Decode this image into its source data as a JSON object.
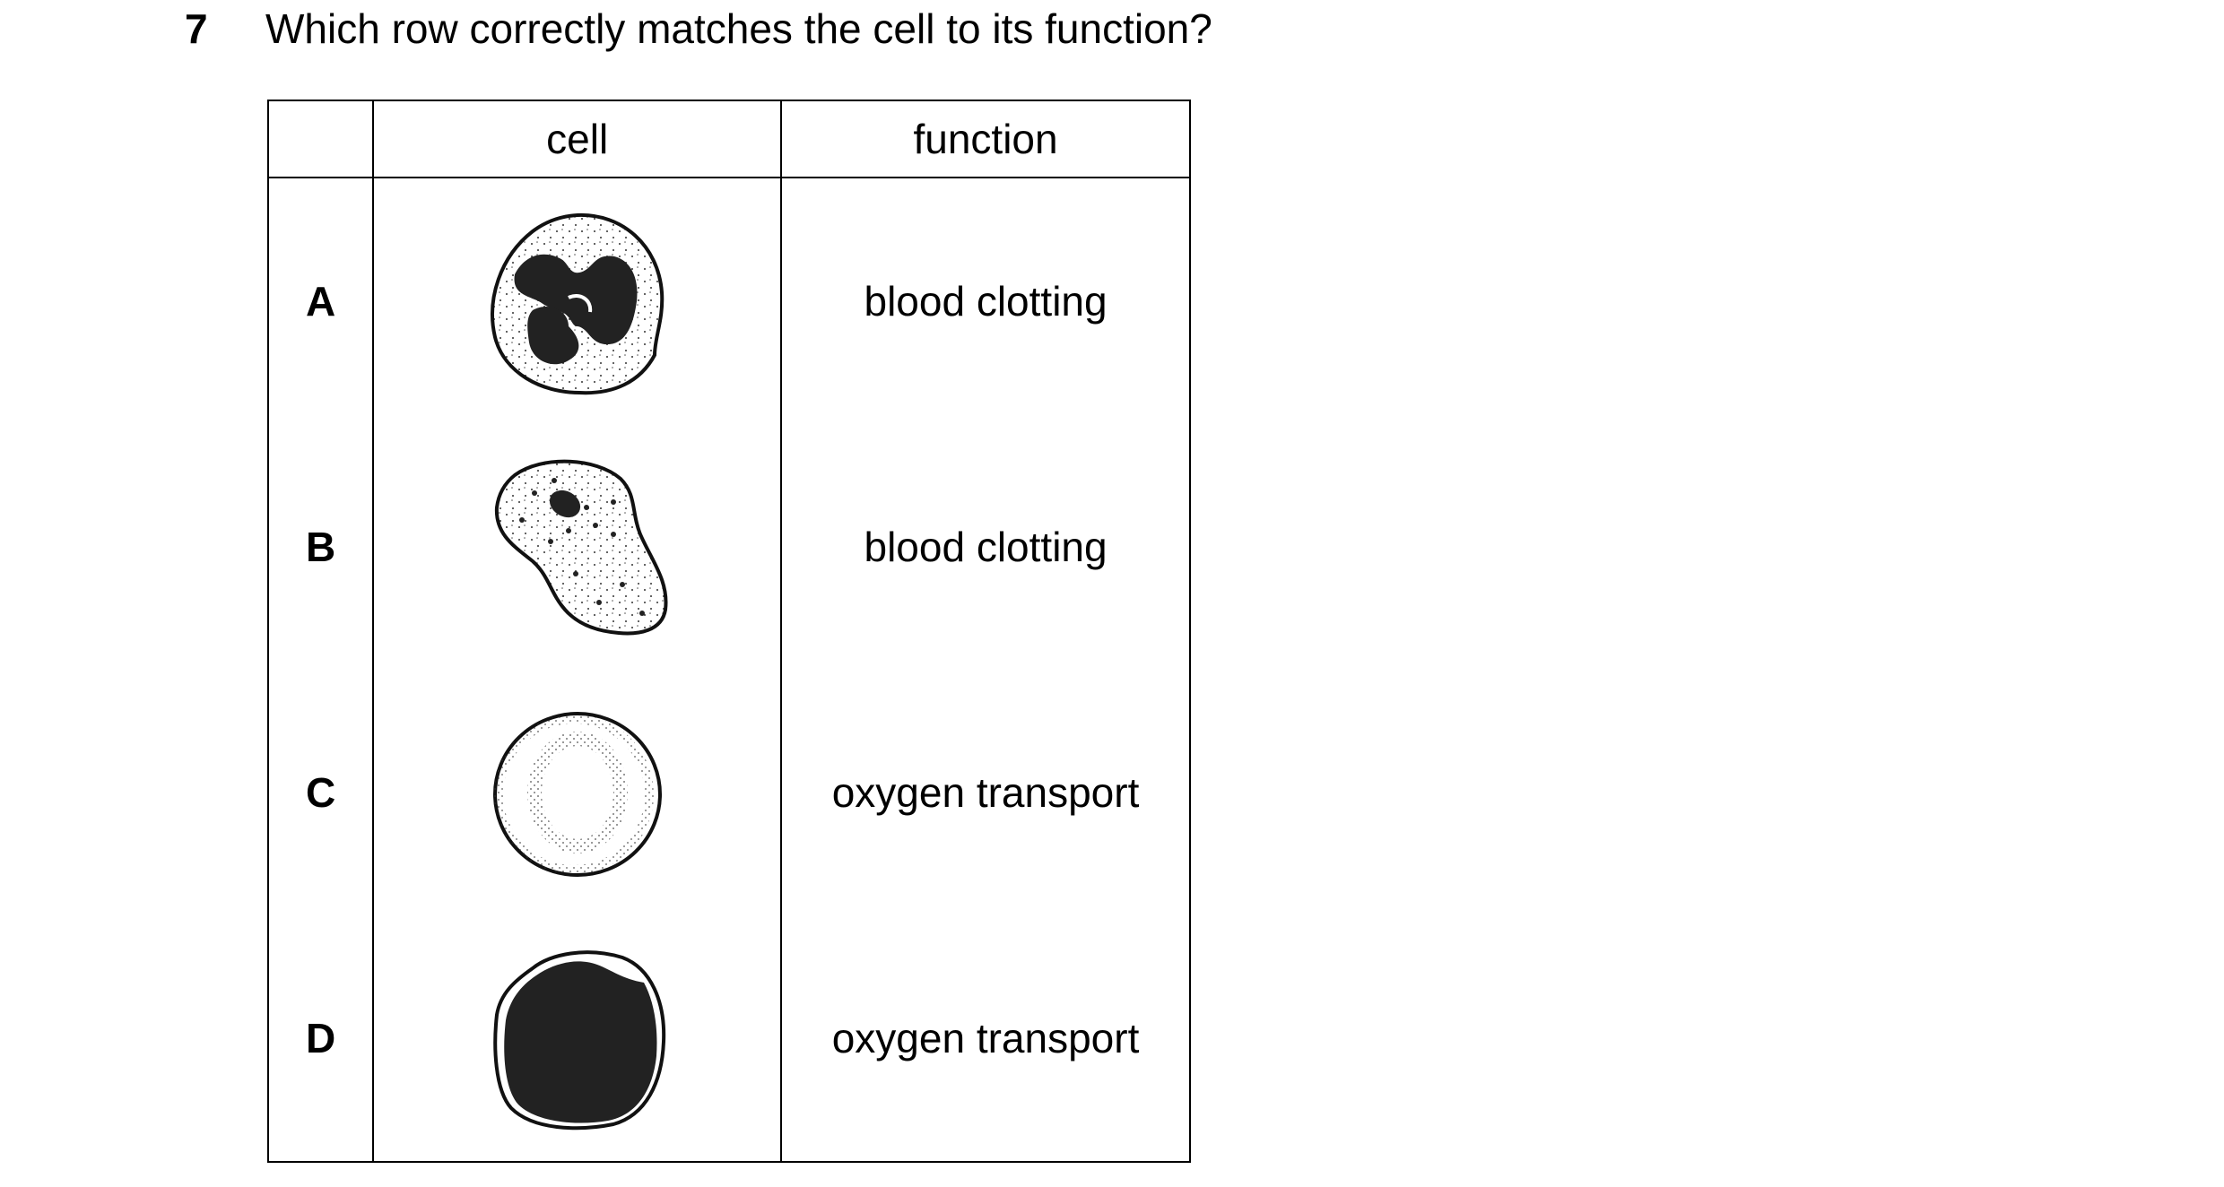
{
  "question": {
    "number": "7",
    "text": "Which row correctly matches the cell to its function?"
  },
  "table": {
    "headers": [
      "",
      "cell",
      "function"
    ],
    "rows": [
      {
        "letter": "A",
        "cell_icon": "white-blood-cell-lobed-nucleus-icon",
        "function": "blood clotting"
      },
      {
        "letter": "B",
        "cell_icon": "irregular-cell-small-nucleus-icon",
        "function": "blood clotting"
      },
      {
        "letter": "C",
        "cell_icon": "red-blood-cell-biconcave-icon",
        "function": "oxygen transport"
      },
      {
        "letter": "D",
        "cell_icon": "dark-filled-cell-icon",
        "function": "oxygen transport"
      }
    ]
  }
}
